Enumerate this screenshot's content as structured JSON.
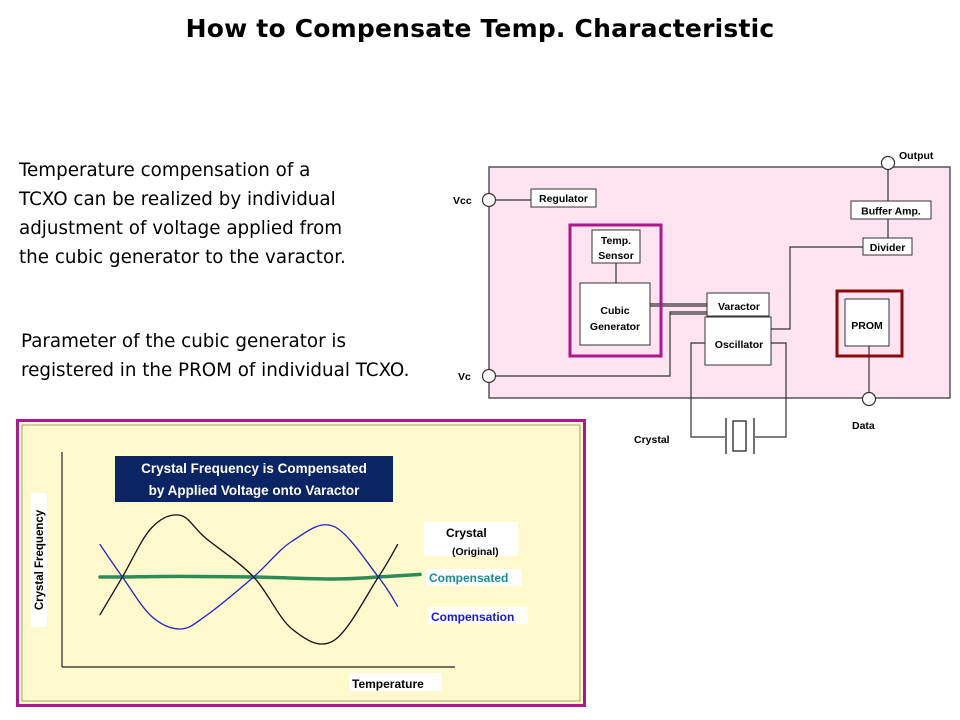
{
  "slide": {
    "title": "How to Compensate Temp. Characteristic",
    "paragraphs": [
      "Temperature compensation of a\nTCXO can be realized by individual\nadjustment of voltage applied from\nthe cubic generator to the varactor.",
      "Parameter of the cubic generator is\nregistered in the PROM of individual TCXO."
    ]
  },
  "block_diagram": {
    "pins": {
      "vcc": "Vcc",
      "vc": "Vc",
      "output": "Output",
      "data": "Data"
    },
    "blocks": {
      "regulator": "Regulator",
      "temp_sensor": [
        "Temp.",
        "Sensor"
      ],
      "cubic_generator": [
        "Cubic",
        "Generator"
      ],
      "varactor": "Varactor",
      "oscillator": "Oscillator",
      "buffer_amp": "Buffer Amp.",
      "divider": "Divider",
      "prom": "PROM"
    },
    "crystal_label": "Crystal",
    "colors": {
      "chip_fill": "#fde4f0",
      "highlight_cubic": "#b0168f",
      "highlight_prom": "#8b0a0a"
    }
  },
  "chart_data": {
    "type": "line",
    "title": "Crystal Frequency is Compensated\nby Applied Voltage onto Varactor",
    "xlabel": "Temperature",
    "ylabel": "Crystal Frequency",
    "xlim": [
      0,
      1
    ],
    "ylim": [
      -1.2,
      1.2
    ],
    "grid": false,
    "ticks": "none",
    "legend": "right (inline labels)",
    "series": [
      {
        "name": "Crystal\n(Original)",
        "color": "#111111",
        "x": [
          0.0,
          0.07,
          0.16,
          0.25,
          0.33,
          0.48,
          0.6,
          0.73,
          0.87,
          0.93
        ],
        "y": [
          -0.58,
          0.0,
          0.75,
          0.95,
          0.6,
          0.0,
          -0.8,
          -0.98,
          0.0,
          0.5
        ]
      },
      {
        "name": "Compensated",
        "color": "#2e8b57",
        "x": [
          0.0,
          0.07,
          0.25,
          0.48,
          0.73,
          0.87,
          1.0
        ],
        "y": [
          0.0,
          0.0,
          0.01,
          0.0,
          -0.03,
          0.0,
          0.04
        ]
      },
      {
        "name": "Compensation",
        "color": "#2222cc",
        "x": [
          0.0,
          0.07,
          0.16,
          0.25,
          0.33,
          0.48,
          0.6,
          0.73,
          0.87,
          0.93
        ],
        "y": [
          0.5,
          0.0,
          -0.6,
          -0.8,
          -0.6,
          0.0,
          0.55,
          0.78,
          0.0,
          -0.45
        ]
      }
    ],
    "label_colors": {
      "crystal": "#000000",
      "compensated": "#1a8c8c",
      "compensation": "#1a1acc"
    },
    "frame_color": "#b0168f",
    "background": "#fffacd",
    "title_box_color": "#0b2463"
  }
}
